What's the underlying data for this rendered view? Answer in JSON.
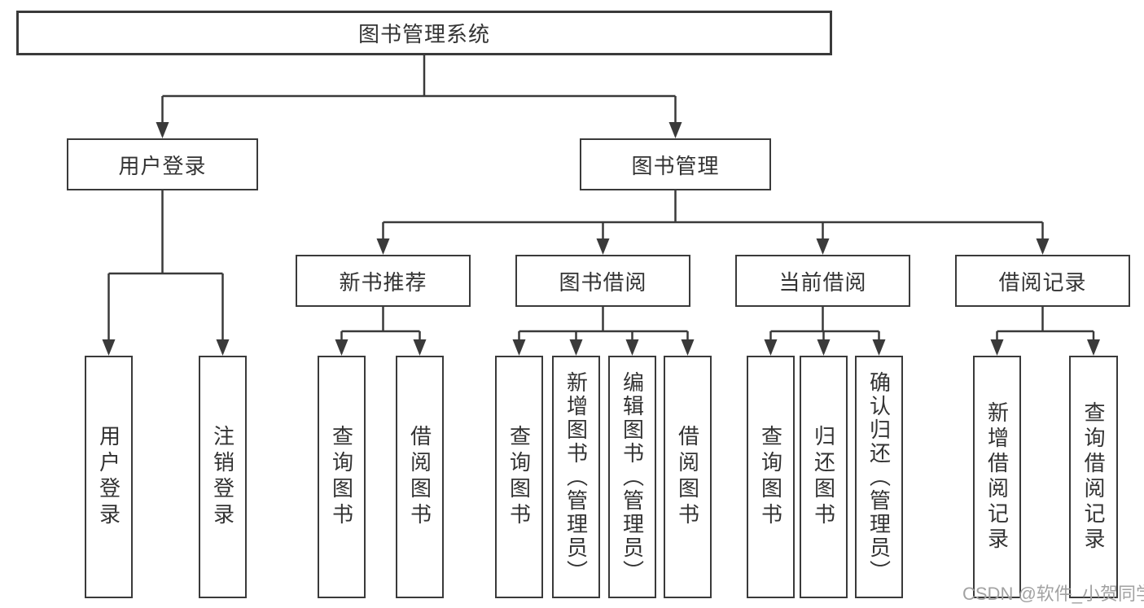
{
  "watermark": "CSDN @软件_小贺同学",
  "colors": {
    "line": "#3a3a3a",
    "text": "#333333",
    "background": "#ffffff",
    "watermark": "#a2a2a2"
  },
  "tree": {
    "label": "图书管理系统",
    "children": [
      {
        "label": "用户登录",
        "children": [
          {
            "label": "用户登录"
          },
          {
            "label": "注销登录"
          }
        ]
      },
      {
        "label": "图书管理",
        "children": [
          {
            "label": "新书推荐",
            "children": [
              {
                "label": "查询图书"
              },
              {
                "label": "借阅图书"
              }
            ]
          },
          {
            "label": "图书借阅",
            "children": [
              {
                "label": "查询图书"
              },
              {
                "label": "新增图书（管理员）"
              },
              {
                "label": "编辑图书（管理员）"
              },
              {
                "label": "借阅图书"
              }
            ]
          },
          {
            "label": "当前借阅",
            "children": [
              {
                "label": "查询图书"
              },
              {
                "label": "归还图书"
              },
              {
                "label": "确认归还（管理员）"
              }
            ]
          },
          {
            "label": "借阅记录",
            "children": [
              {
                "label": "新增借阅记录"
              },
              {
                "label": "查询借阅记录"
              }
            ]
          }
        ]
      }
    ]
  }
}
